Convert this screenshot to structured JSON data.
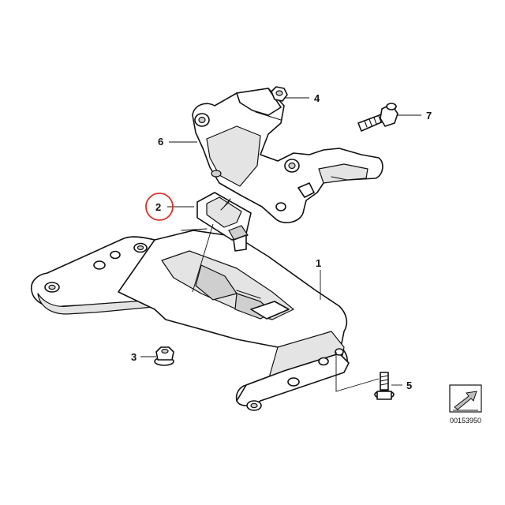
{
  "diagram": {
    "callouts": [
      {
        "id": "1",
        "label": "1"
      },
      {
        "id": "2",
        "label": "2",
        "highlighted": true
      },
      {
        "id": "3",
        "label": "3"
      },
      {
        "id": "4",
        "label": "4"
      },
      {
        "id": "5",
        "label": "5"
      },
      {
        "id": "6",
        "label": "6"
      },
      {
        "id": "7",
        "label": "7"
      }
    ],
    "highlight_color": "#d9342b",
    "reference_number": "00153950",
    "direction_icon": "forward-arrow-icon"
  }
}
